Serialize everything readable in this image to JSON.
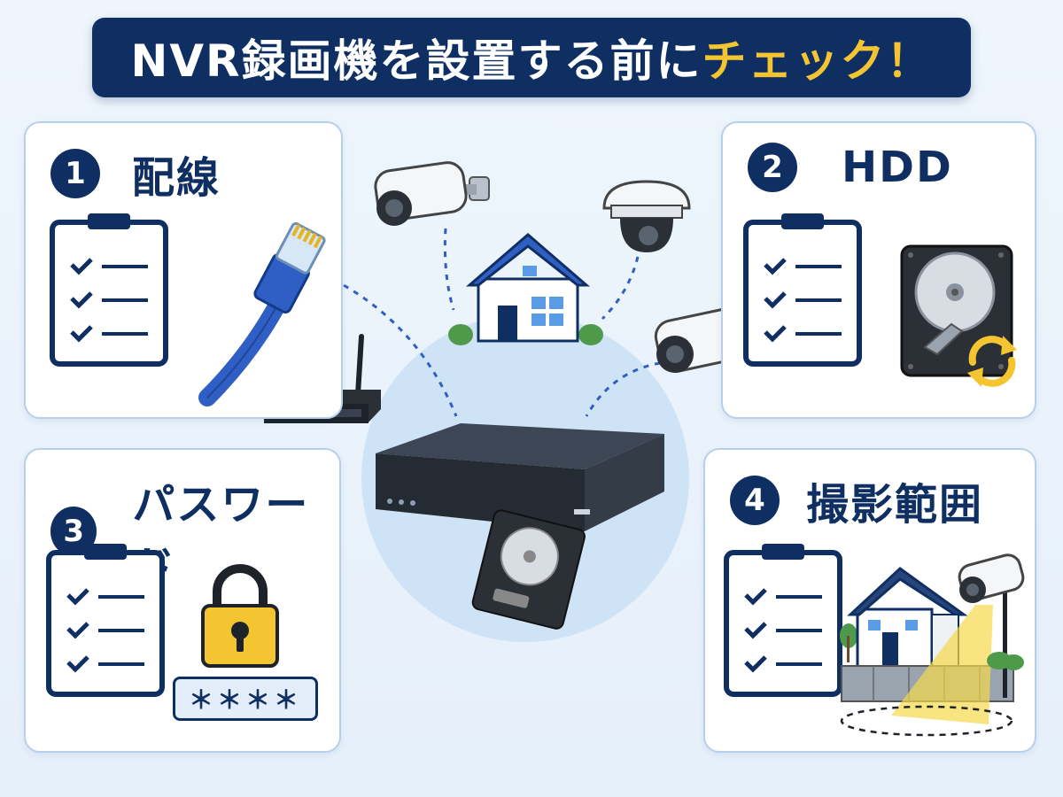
{
  "header": {
    "title_main": "NVR録画機を設置する前に",
    "title_accent": "チェック！"
  },
  "cards": [
    {
      "number": "1",
      "title": "配線"
    },
    {
      "number": "2",
      "title": "HDD"
    },
    {
      "number": "3",
      "title": "パスワード"
    },
    {
      "number": "4",
      "title": "撮影範囲"
    }
  ],
  "password": {
    "mask": "＊＊＊＊"
  },
  "colors": {
    "navy": "#0f2f63",
    "accent_yellow": "#f5c531",
    "light_blue": "#b8cfea",
    "cable_blue": "#2f5fc4"
  }
}
